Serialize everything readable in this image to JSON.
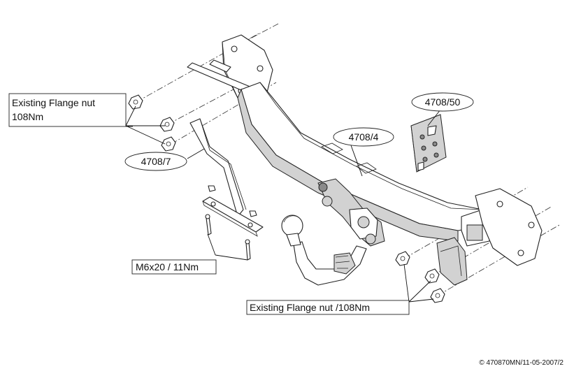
{
  "labels": {
    "flange_nut_left_line1": "Existing Flange nut",
    "flange_nut_left_line2": "108Nm",
    "part_4708_7": "4708/7",
    "part_4708_4": "4708/4",
    "part_4708_50": "4708/50",
    "bolt_m6": "M6x20 / 11Nm",
    "flange_nut_right": "Existing Flange nut /108Nm"
  },
  "copyright": "© 470870MN/11-05-2007/2"
}
